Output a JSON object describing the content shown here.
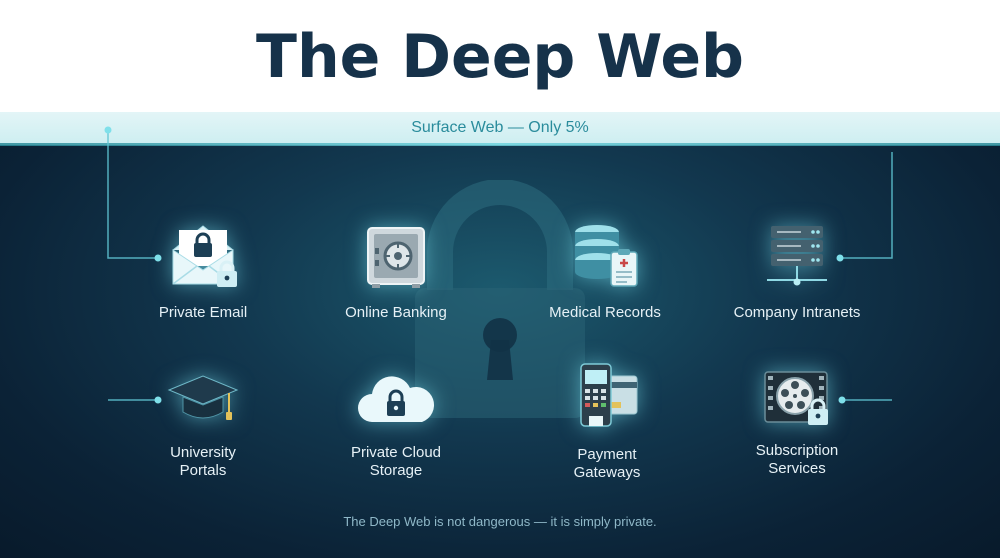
{
  "title": "The Deep Web",
  "surface_label": "Surface Web — Only 5%",
  "items": [
    {
      "label": "Private Email",
      "icon": "envelope-lock-icon"
    },
    {
      "label": "Online Banking",
      "icon": "safe-icon"
    },
    {
      "label": "Medical Records",
      "icon": "database-clipboard-icon"
    },
    {
      "label": "Company Intranets",
      "icon": "server-network-icon"
    },
    {
      "label": "University\nPortals",
      "icon": "graduation-cap-icon"
    },
    {
      "label": "Private Cloud\nStorage",
      "icon": "cloud-lock-icon"
    },
    {
      "label": "Payment\nGateways",
      "icon": "card-terminal-icon"
    },
    {
      "label": "Subscription\nServices",
      "icon": "film-reel-lock-icon"
    }
  ],
  "footer": "The Deep Web is not dangerous — it is simply private.",
  "colors": {
    "title": "#16324a",
    "accent": "#6fd3de",
    "deep_background": "#0b2236"
  }
}
